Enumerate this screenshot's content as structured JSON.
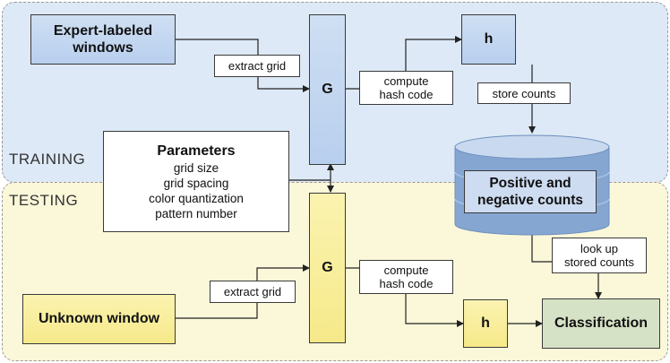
{
  "regions": {
    "training_label": "TRAINING",
    "testing_label": "TESTING"
  },
  "training": {
    "expert_windows": "Expert-labeled\nwindows",
    "extract_grid": "extract grid",
    "g": "G",
    "compute_hash": "compute\nhash code",
    "h": "h",
    "store_counts": "store counts"
  },
  "parameters": {
    "title": "Parameters",
    "items": [
      "grid size",
      "grid spacing",
      "color quantization",
      "pattern number"
    ]
  },
  "database": {
    "label": "Positive and\nnegative counts"
  },
  "testing": {
    "unknown_window": "Unknown window",
    "extract_grid": "extract grid",
    "g": "G",
    "compute_hash": "compute\nhash code",
    "h": "h",
    "look_up": "look up\nstored counts",
    "classification": "Classification"
  },
  "colors": {
    "training_bg": "#dde9f6",
    "testing_bg": "#fbf7d9",
    "blue_box": "#c3d6f0",
    "yellow_box": "#f7ec96",
    "green_box": "#d6e2c6",
    "database": "#7f9fcc"
  }
}
